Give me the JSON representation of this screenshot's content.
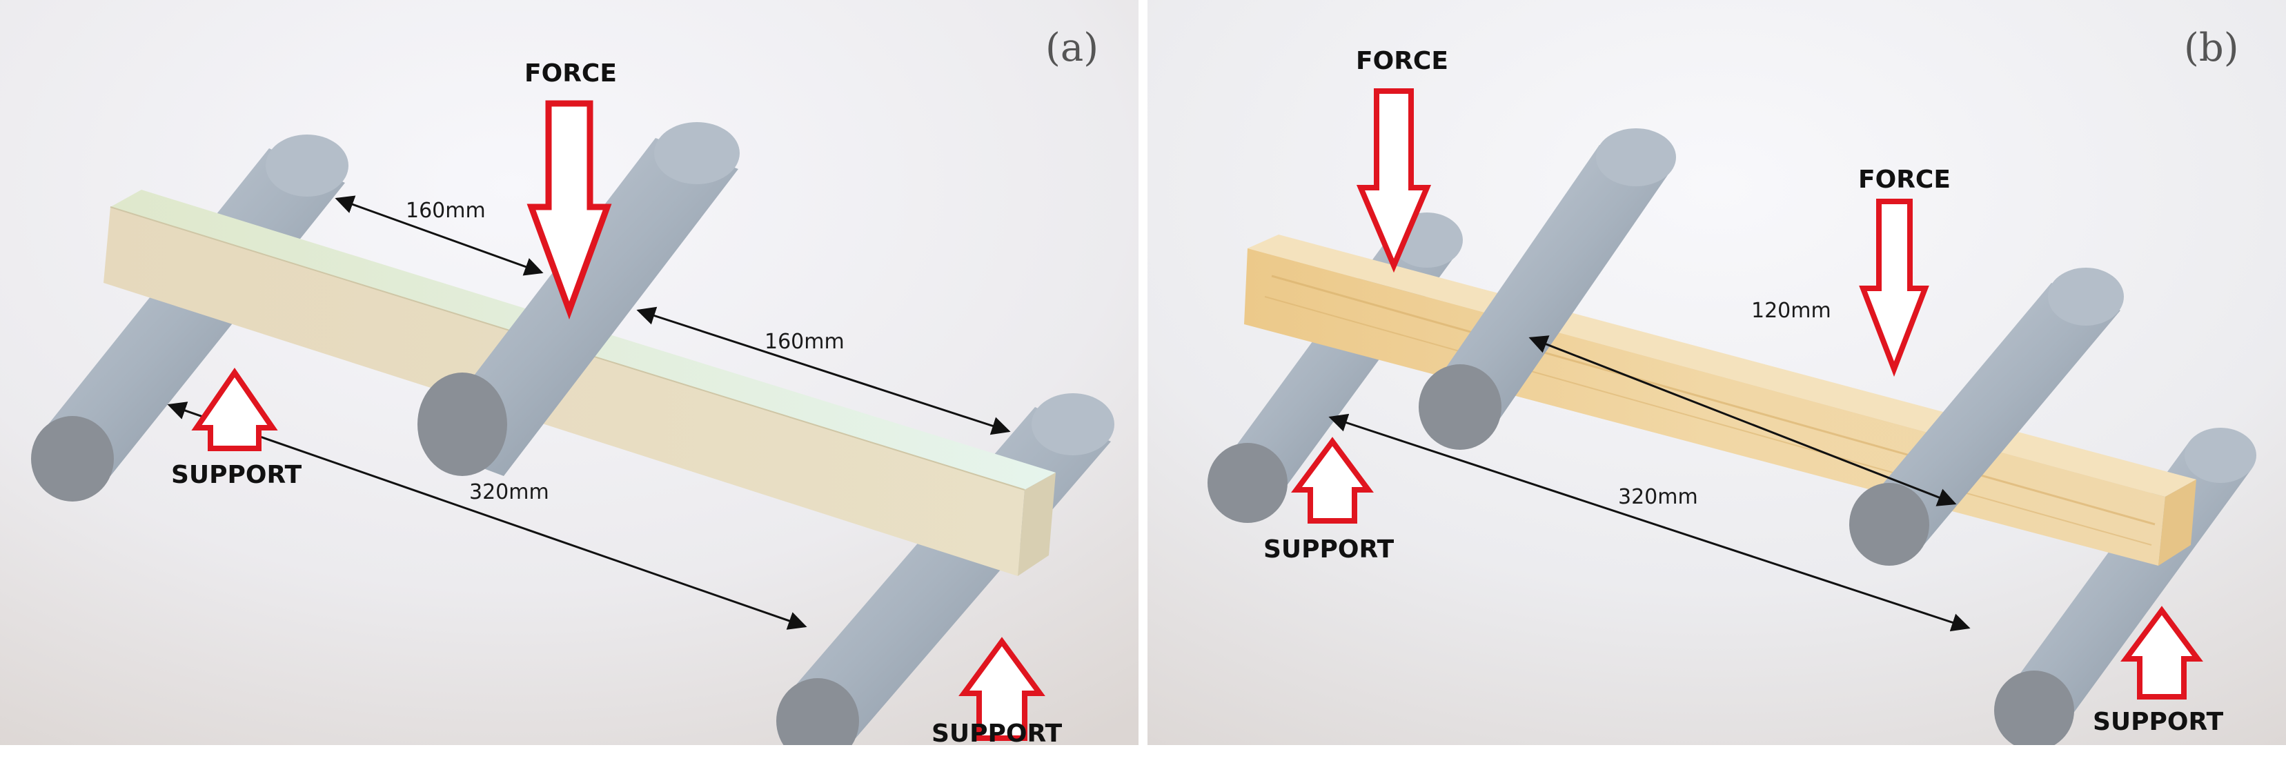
{
  "panel_a": {
    "label": "(a)",
    "force_label": "FORCE",
    "dim_top": "160mm",
    "dim_middle": "160mm",
    "dim_bottom": "320mm",
    "support_left": "SUPPORT",
    "support_right": "SUPPORT"
  },
  "panel_b": {
    "label": "(b)",
    "force_left": "FORCE",
    "force_right": "FORCE",
    "dim_middle": "120mm",
    "dim_bottom": "320mm",
    "support_left": "SUPPORT",
    "support_right": "SUPPORT"
  },
  "colors": {
    "arrow_outline": "#e0151f",
    "cylinder": "#a8b3bf",
    "wood_a": "#e2ddc8",
    "wood_b": "#e9c98f"
  }
}
